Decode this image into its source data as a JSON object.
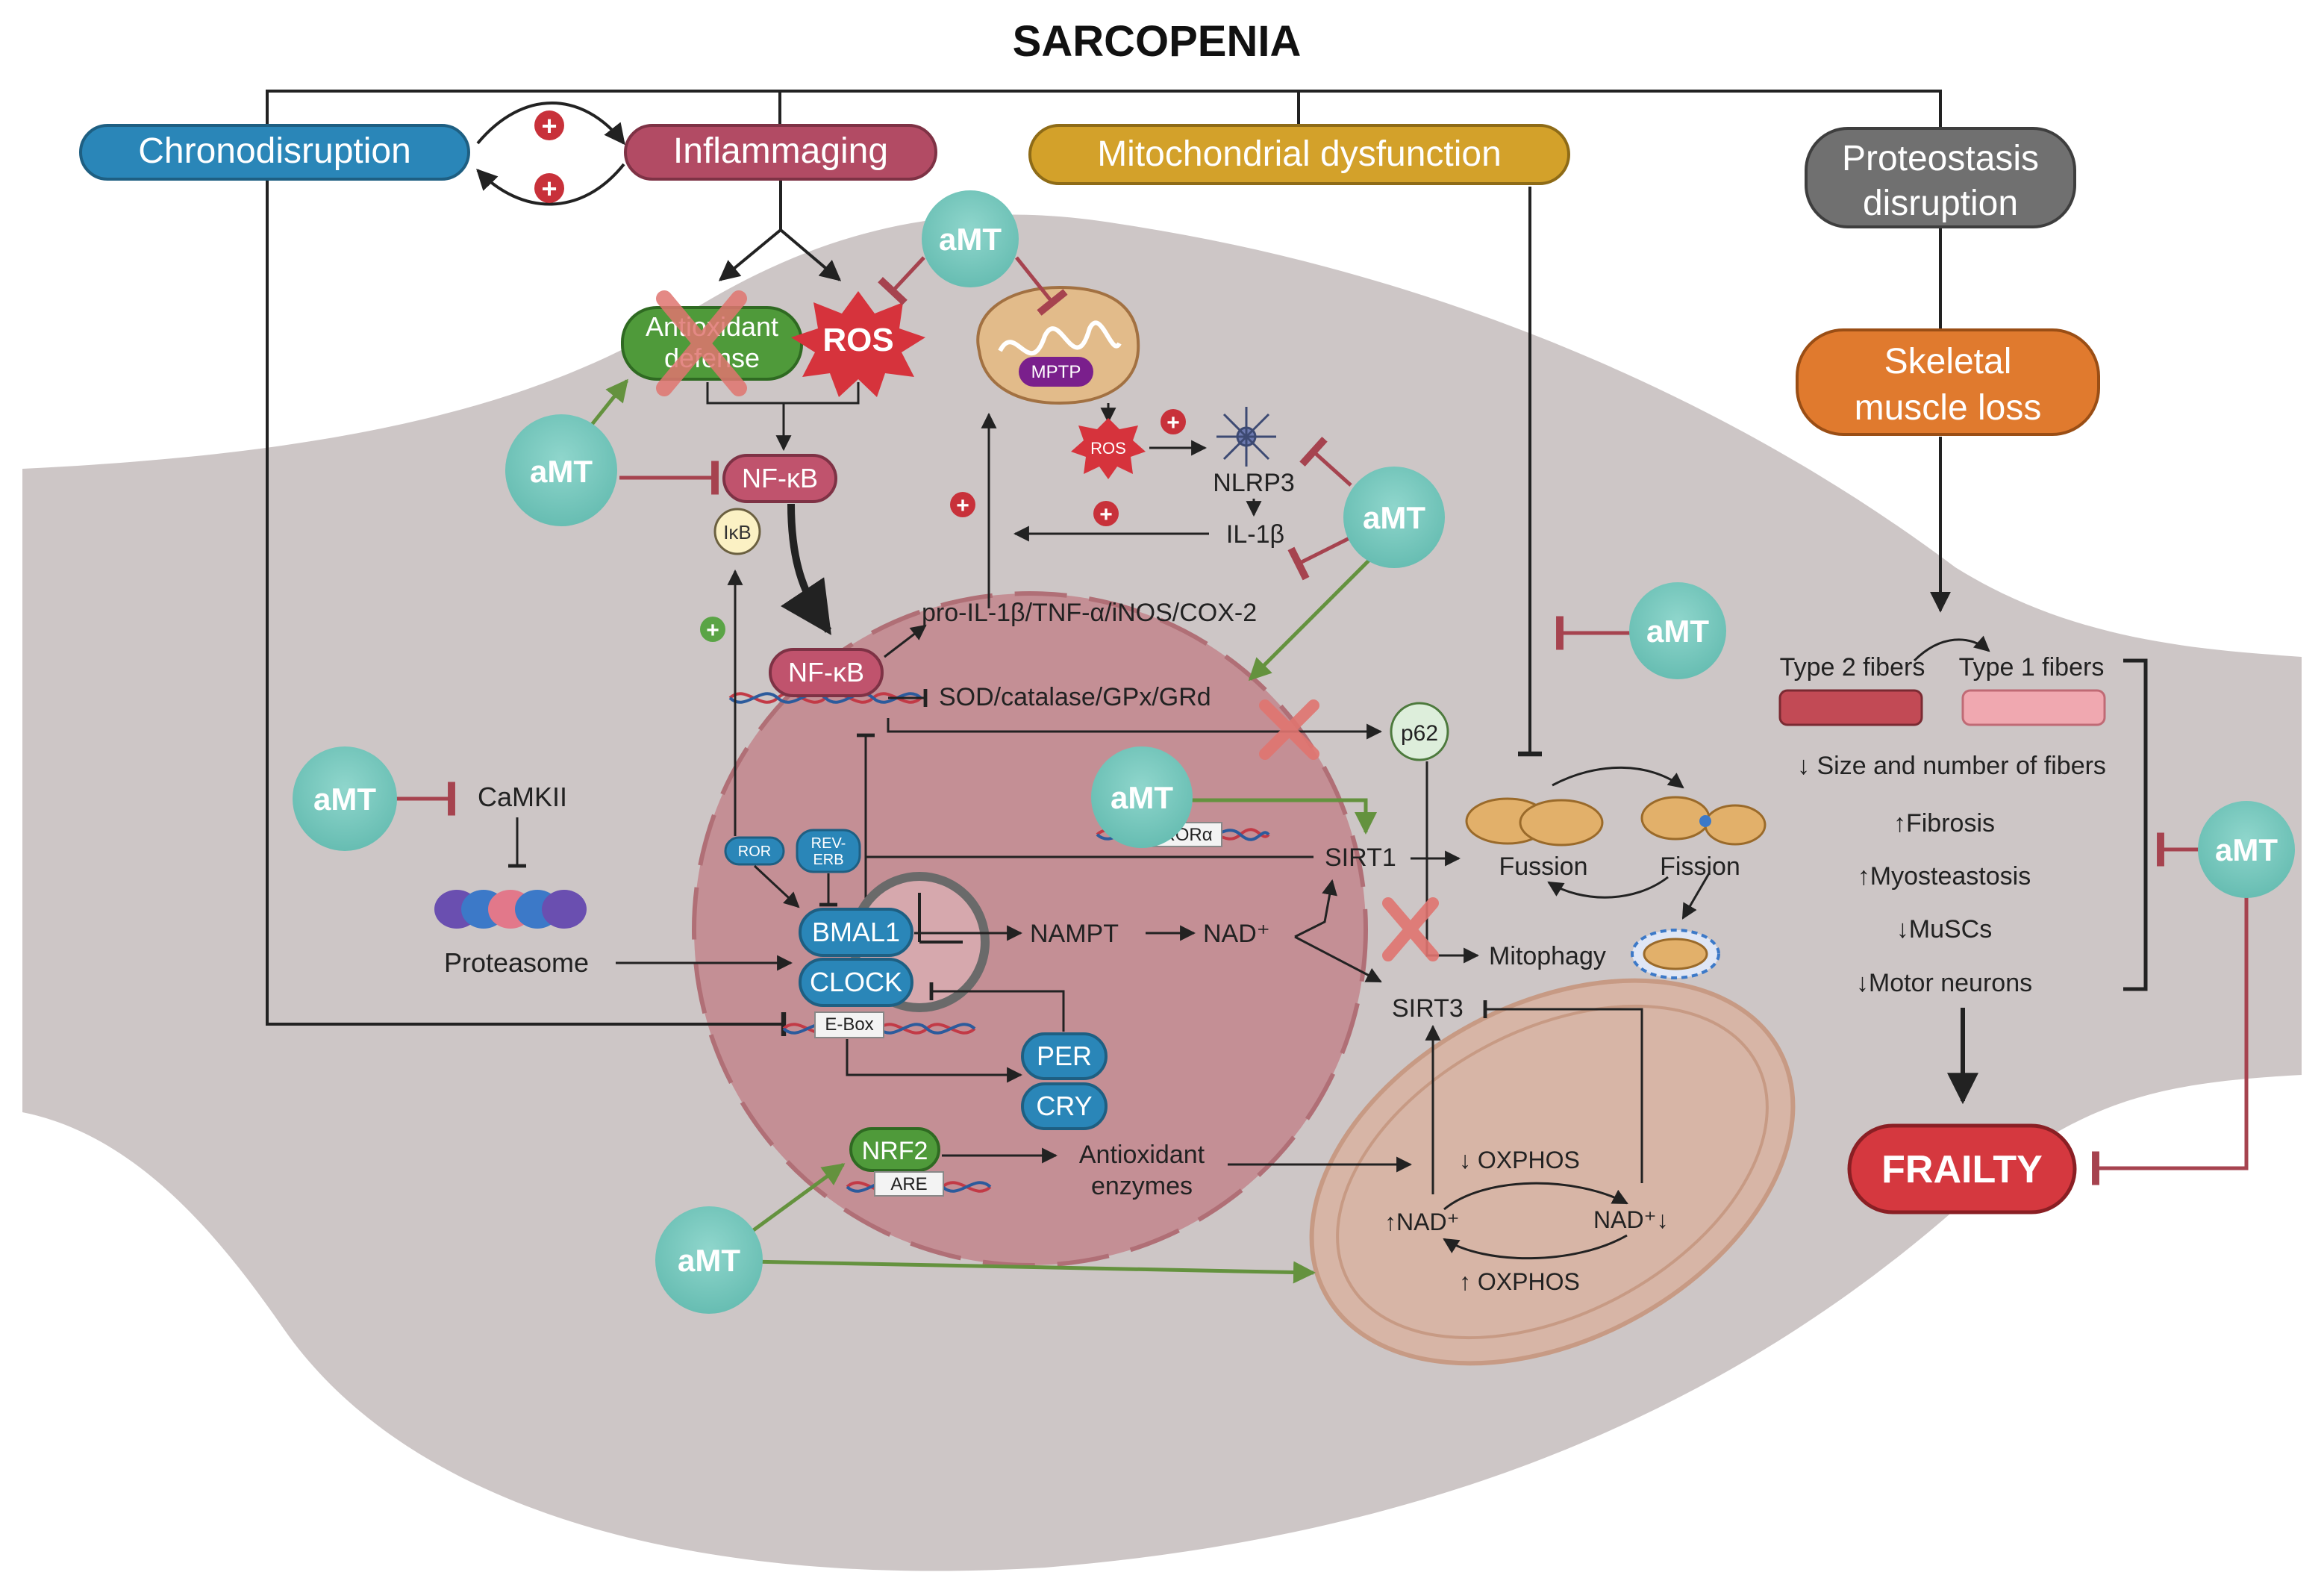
{
  "title": "SARCOPENIA",
  "colors": {
    "chrono": "#2a86b8",
    "inflamm": "#b24b64",
    "mito": "#d3a12a",
    "proteo": "#707070",
    "skeletal": "#e07a2e",
    "frailty": "#d5383f",
    "amt": "#74c8bd",
    "tissue": "#cbc5c5",
    "nucleus": "#c59499",
    "green": "#64923e",
    "inhibit": "#a6434f",
    "line": "#222222"
  },
  "top_boxes": {
    "chrono": "Chronodisruption",
    "inflamm": "Inflammaging",
    "mito": "Mitochondrial dysfunction",
    "proteo_1": "Proteostasis",
    "proteo_2": "disruption"
  },
  "icons": {
    "plus": "plus-circle-icon",
    "cross": "cross-icon",
    "clock": "clock-icon"
  },
  "plus_sign": "+",
  "amt_label": "aMT",
  "antioxidant_defense": {
    "line1": "Antioxidant",
    "line2": "defense"
  },
  "ros": "ROS",
  "mptp": "MPTP",
  "ros_small": "ROS",
  "nlrp3": "NLRP3",
  "il1b": "IL-1β",
  "nfkb": "NF-κB",
  "ikb": "IκB",
  "pro_il": "pro-IL-1β/TNF-α/iNOS/COX-2",
  "sod": "SOD/catalase/GPx/GRd",
  "p62": "p62",
  "camkii": "CaMKII",
  "proteasome": "Proteasome",
  "ror": "ROR",
  "reverb_1": "REV-",
  "reverb_2": "ERB",
  "rora": "RORα",
  "sirt1": "SIRT1",
  "bmal1": "BMAL1",
  "clock": "CLOCK",
  "ebox": "E-Box",
  "nampt": "NAMPT",
  "nad": "NAD⁺",
  "per": "PER",
  "cry": "CRY",
  "nrf2": "NRF2",
  "are": "ARE",
  "antiox_enz_1": "Antioxidant",
  "antiox_enz_2": "enzymes",
  "fussion": "Fussion",
  "fission": "Fission",
  "mitophagy": "Mitophagy",
  "sirt3": "SIRT3",
  "oxphos_down": "↓ OXPHOS",
  "oxphos_up": "↑ OXPHOS",
  "nad_up": "↑NAD⁺",
  "nad_down": "NAD⁺↓",
  "skeletal_1": "Skeletal",
  "skeletal_2": "muscle loss",
  "type2": "Type 2 fibers",
  "type1": "Type 1 fibers",
  "size_fibers": "↓ Size and number of fibers",
  "fibrosis": "↑Fibrosis",
  "myosteatosis": "↑Myosteastosis",
  "muscs": "↓MuSCs",
  "motor": "↓Motor neurons",
  "frailty": "FRAILTY"
}
